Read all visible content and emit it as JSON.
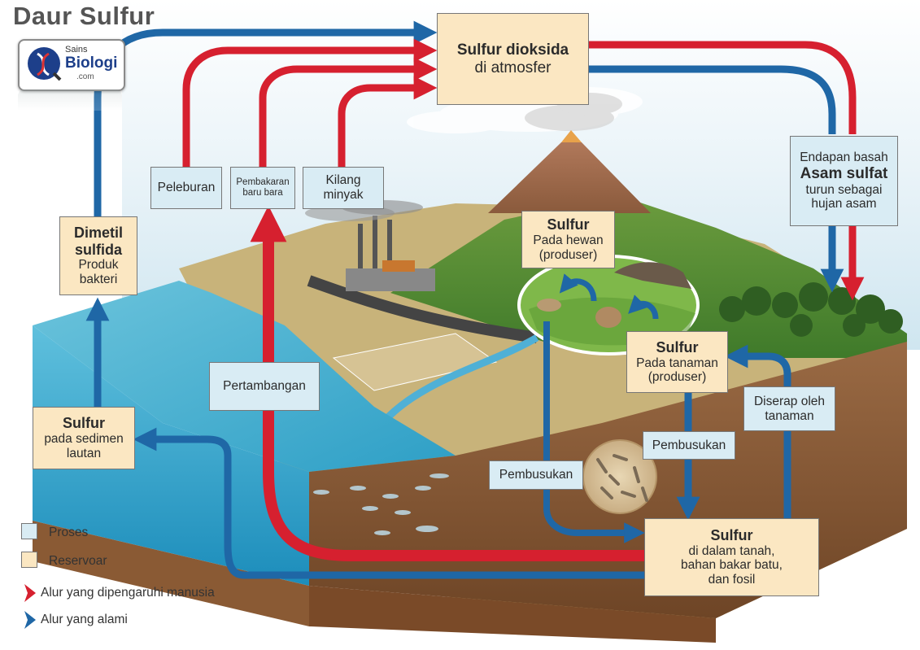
{
  "title": "Daur Sulfur",
  "logo": {
    "line1": "Sains",
    "line2": "Biologi",
    "line3": ".com"
  },
  "atmosphere": {
    "line1": "Sulfur dioksida",
    "line2": "di atmosfer"
  },
  "processes": {
    "peleburan": "Peleburan",
    "pembakaran": {
      "line1": "Pembakaran",
      "line2": "baru bara"
    },
    "kilang": {
      "line1": "Kilang",
      "line2": "minyak"
    },
    "endapan": {
      "line1": "Endapan basah",
      "line2": "Asam sulfat",
      "line3": "turun sebagai",
      "line4": "hujan asam"
    },
    "pertambangan": "Pertambangan",
    "diserap": {
      "line1": "Diserap oleh",
      "line2": "tanaman"
    },
    "pembusukan_left": "Pembusukan",
    "pembusukan_right": "Pembusukan"
  },
  "reservoirs": {
    "dimetil": {
      "line1": "Dimetil",
      "line2": "sulfida",
      "line3": "Produk",
      "line4": "bakteri"
    },
    "hewan": {
      "line1": "Sulfur",
      "line2": "Pada hewan",
      "line3": "(produser)"
    },
    "tanaman": {
      "line1": "Sulfur",
      "line2": "Pada tanaman",
      "line3": "(produser)"
    },
    "sedimen": {
      "line1": "Sulfur",
      "line2": "pada sedimen",
      "line3": "lautan"
    },
    "tanah": {
      "line1": "Sulfur",
      "line2": "di dalam tanah,",
      "line3": "bahan bakar batu,",
      "line4": "dan fosil"
    }
  },
  "legend": {
    "proses": "Proses",
    "reservoar": "Reservoar",
    "manusia": "Alur yang dipengaruhi manusia",
    "alami": "Alur yang alami"
  },
  "colors": {
    "human_flow": "#d6202f",
    "natural_flow": "#1f67a6",
    "process_box": "#d9ecf4",
    "reservoir_box": "#fbe7c2"
  }
}
